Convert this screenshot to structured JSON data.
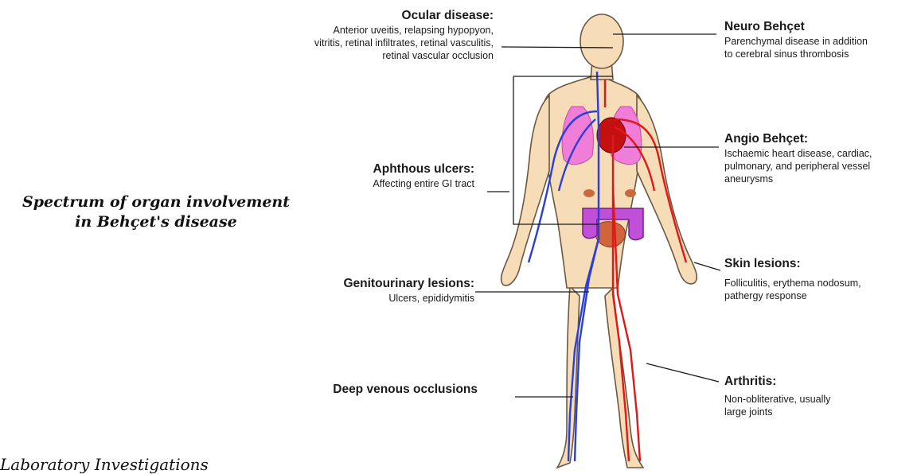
{
  "caption": "Spectrum of organ involvement\nin Behçet's disease",
  "section_heading": "Laboratory Investigations",
  "colors": {
    "skin": "#f6ddb8",
    "outline": "#6b5844",
    "artery": "#e01818",
    "vein": "#2a3fd8",
    "lung": "#f07ed8",
    "heart": "#c41010",
    "bowel": "#b43ccc",
    "leader": "#1a1a1a"
  },
  "labels": {
    "ocular": {
      "title": "Ocular disease:",
      "desc": "Anterior uveitis, relapsing hypopyon,\nvitritis, retinal infiltrates, retinal vasculitis,\nretinal vascular occlusion"
    },
    "aphthous": {
      "title": "Aphthous ulcers:",
      "desc": "Affecting entire GI tract"
    },
    "genitourinary": {
      "title": "Genitourinary lesions:",
      "desc": "Ulcers, epididymitis"
    },
    "deep_venous": {
      "title": "Deep venous occlusions"
    },
    "neuro": {
      "title": "Neuro Behçet",
      "desc": "Parenchymal disease in addition\nto cerebral sinus thrombosis"
    },
    "angio": {
      "title": "Angio Behçet:",
      "desc": "Ischaemic heart disease, cardiac,\npulmonary, and peripheral vessel\naneurysms"
    },
    "skin": {
      "title": "Skin lesions:",
      "desc": "Folliculitis, erythema nodosum,\npathergy response"
    },
    "arthritis": {
      "title": "Arthritis:",
      "desc": "Non-obliterative, usually\nlarge joints"
    }
  }
}
